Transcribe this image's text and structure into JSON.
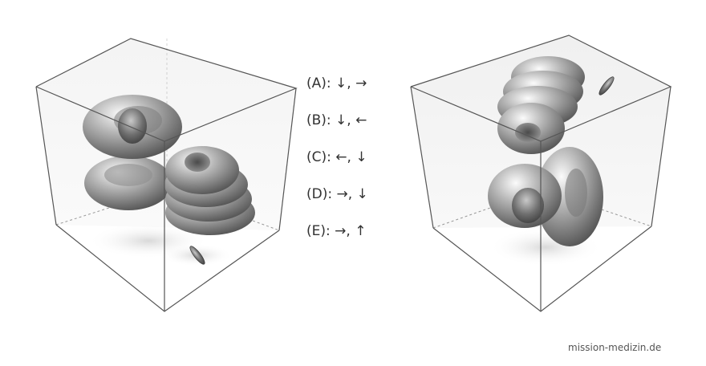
{
  "options": [
    {
      "label": "(A): ↓, →"
    },
    {
      "label": "(B): ↓, ←"
    },
    {
      "label": "(C): ←, ↓"
    },
    {
      "label": "(D): →, ↓"
    },
    {
      "label": "(E): →, ↑"
    }
  ],
  "watermark": "mission-medizin.de",
  "colors": {
    "edge": "#555555",
    "object": "#8a8a8a",
    "background": "#ffffff"
  }
}
